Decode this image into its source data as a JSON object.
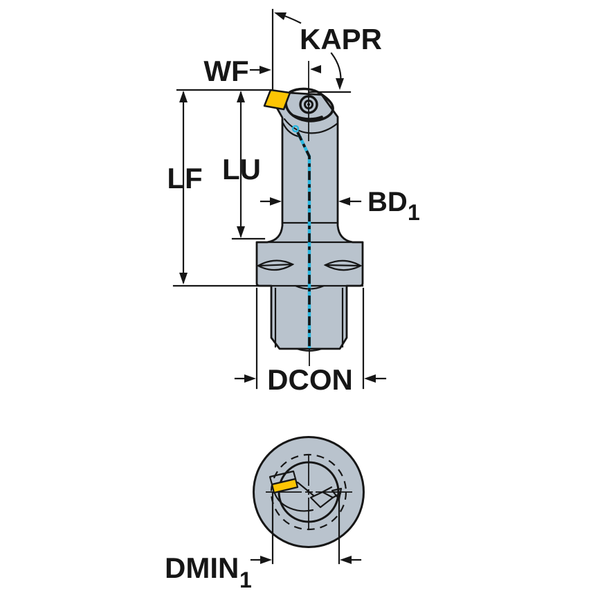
{
  "diagram": {
    "title": "Tool holder dimensional drawing",
    "views": {
      "side_view": "tool side view with dimensions",
      "end_view": "tool end view (coupling face)"
    },
    "labels": {
      "kapr": "KAPR",
      "wf": "WF",
      "lf": "LF",
      "lu": "LU",
      "bd": "BD",
      "bd_sub": "1",
      "dcon": "DCON",
      "dmin": "DMIN",
      "dmin_sub": "1"
    },
    "colors": {
      "body_fill": "#b9c3cd",
      "insert_yellow": "#fdc504",
      "coolant_cyan": "#2bb7e0",
      "line_black": "#161616",
      "background": "#ffffff"
    }
  }
}
